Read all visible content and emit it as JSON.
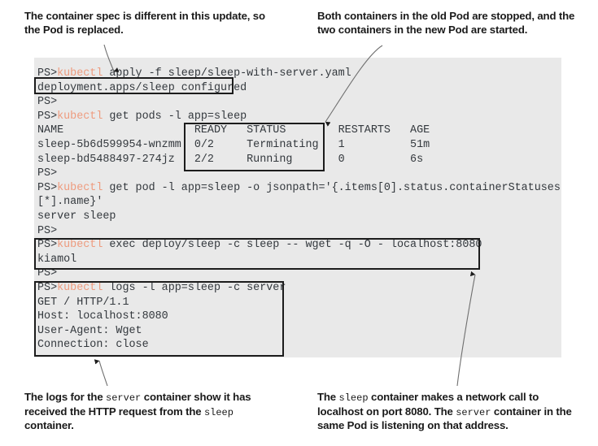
{
  "figure": {
    "background_color": "#ffffff",
    "terminal_background_color": "#e9e9e9",
    "terminal_text_color": "#33383d",
    "command_accent_color": "#ee9b7e",
    "highlight_border_color": "#1c1c1c"
  },
  "annotations": {
    "top_left": "The container spec is different in this update, so the Pod is replaced.",
    "top_right": "Both containers in the old Pod are stopped, and the two containers in the new Pod are started.",
    "bottom_left": {
      "part1": "The logs for the ",
      "code1": "server",
      "part2": " container show it has received the HTTP request from the ",
      "code2": "sleep",
      "part3": " container."
    },
    "bottom_right": {
      "part1": "The ",
      "code1": "sleep",
      "part2": " container makes a network call to localhost on port 8080. The ",
      "code2": "server",
      "part3": " container in the same Pod is listening on that address."
    }
  },
  "terminal": {
    "prompt": "PS>",
    "command_word": "kubectl",
    "lines": [
      {
        "type": "command",
        "prompt": "PS>",
        "cmd": "kubectl",
        "rest": " apply -f sleep/sleep-with-server.yaml"
      },
      {
        "type": "output",
        "text": "deployment.apps/sleep configured"
      },
      {
        "type": "output",
        "text": "PS>"
      },
      {
        "type": "command",
        "prompt": "PS>",
        "cmd": "kubectl",
        "rest": " get pods -l app=sleep"
      },
      {
        "type": "output",
        "text": "NAME                    READY   STATUS        RESTARTS   AGE"
      },
      {
        "type": "output",
        "text": "sleep-5b6d599954-wnzmm  0/2     Terminating   1          51m"
      },
      {
        "type": "output",
        "text": "sleep-bd5488497-274jz   2/2     Running       0          6s"
      },
      {
        "type": "output",
        "text": "PS>"
      },
      {
        "type": "command",
        "prompt": "PS>",
        "cmd": "kubectl",
        "rest": " get pod -l app=sleep -o jsonpath='{.items[0].status.containerStatuses"
      },
      {
        "type": "output",
        "text": "[*].name}'"
      },
      {
        "type": "output",
        "text": "server sleep"
      },
      {
        "type": "output",
        "text": "PS>"
      },
      {
        "type": "command",
        "prompt": "PS>",
        "cmd": "kubectl",
        "rest": " exec deploy/sleep -c sleep -- wget -q -O - localhost:8080"
      },
      {
        "type": "output",
        "text": "kiamol"
      },
      {
        "type": "output",
        "text": "PS>"
      },
      {
        "type": "command",
        "prompt": "PS>",
        "cmd": "kubectl",
        "rest": " logs -l app=sleep -c server"
      },
      {
        "type": "output",
        "text": "GET / HTTP/1.1"
      },
      {
        "type": "output",
        "text": "Host: localhost:8080"
      },
      {
        "type": "output",
        "text": "User-Agent: Wget"
      },
      {
        "type": "output",
        "text": "Connection: close"
      }
    ],
    "pod_table": {
      "columns": [
        "NAME",
        "READY",
        "STATUS",
        "RESTARTS",
        "AGE"
      ],
      "rows": [
        [
          "sleep-5b6d599954-wnzmm",
          "0/2",
          "Terminating",
          "1",
          "51m"
        ],
        [
          "sleep-bd5488497-274jz",
          "2/2",
          "Running",
          "0",
          "6s"
        ]
      ]
    }
  },
  "highlights": {
    "configured": "deployment.apps/sleep configured",
    "pod_table": "READY / STATUS columns",
    "exec_command": "kubectl exec deploy/sleep -c sleep -- wget -q -O - localhost:8080",
    "logs_command": "kubectl logs -l app=sleep -c server"
  }
}
